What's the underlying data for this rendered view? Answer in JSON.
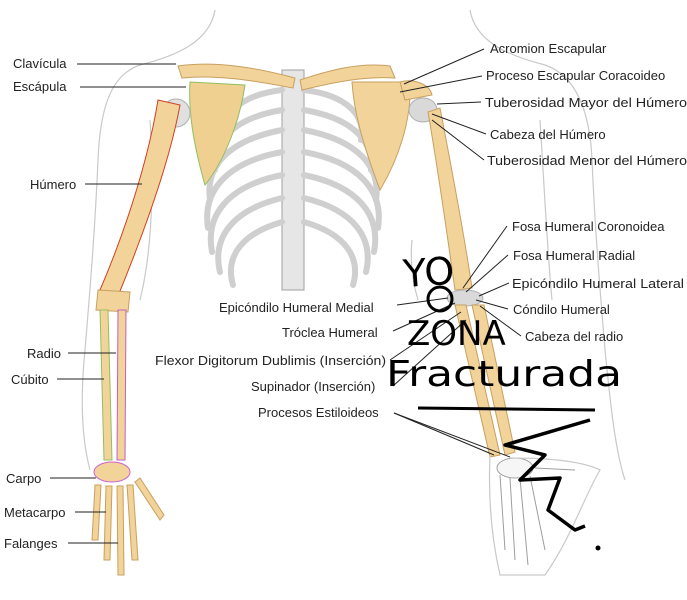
{
  "labels": {
    "clavicula": "Clavícula",
    "escapula": "Escápula",
    "humero": "Húmero",
    "radio": "Radio",
    "cubito": "Cúbito",
    "carpo": "Carpo",
    "metacarpo": "Metacarpo",
    "falanges": "Falanges",
    "acromion": "Acromion Escapular",
    "coracoideo": "Proceso Escapular Coracoideo",
    "tub_mayor": "Tuberosidad Mayor del Húmero",
    "cabeza_humero": "Cabeza del Húmero",
    "tub_menor": "Tuberosidad Menor del Húmero",
    "fosa_coronoidea": "Fosa Humeral Coronoidea",
    "fosa_radial": "Fosa Humeral Radial",
    "epicondilo_lateral": "Epicóndilo Humeral Lateral",
    "epicondilo_medial": "Epicóndilo Humeral Medial",
    "condilo": "Cóndilo Humeral",
    "troclea": "Tróclea Humeral",
    "cabeza_radio": "Cabeza del radio",
    "flexor": "Flexor Digitorum Dublimis (Inserción)",
    "supinador": "Supinador (Inserción)",
    "estiloideos": "Procesos Estiloideos"
  },
  "annotation": {
    "line1": "YO",
    "line2": "ZONA",
    "line3": "Fracturada"
  },
  "colors": {
    "bone": "#f2d39a",
    "cartilage": "#d9d9d9",
    "ink": "#000000"
  }
}
